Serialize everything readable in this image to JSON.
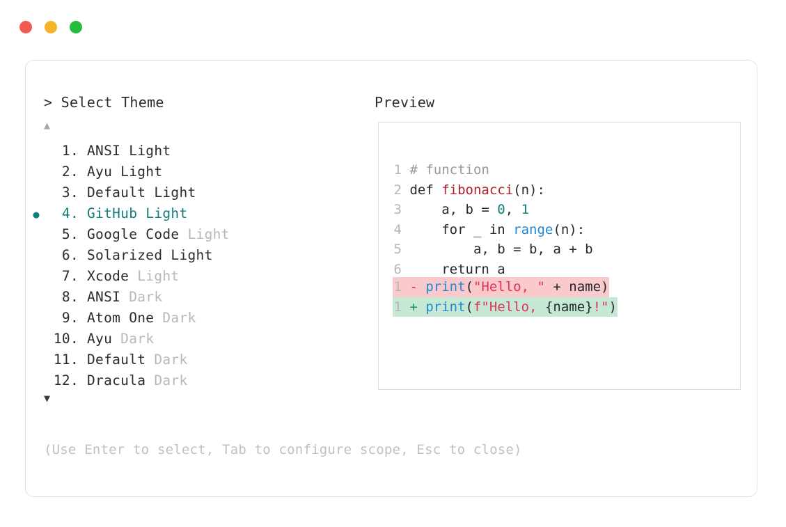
{
  "titlebar": {
    "dots": [
      {
        "name": "close-dot",
        "color": "#f25a52"
      },
      {
        "name": "minimize-dot",
        "color": "#f5b52b"
      },
      {
        "name": "maximize-dot",
        "color": "#22bd3c"
      }
    ]
  },
  "headers": {
    "left": "> Select Theme",
    "right": "Preview"
  },
  "scroll": {
    "up_arrow": "▲",
    "down_arrow": "▼"
  },
  "selection": {
    "bullet": "●",
    "selected_index": 4,
    "accent": "#127e7c"
  },
  "themes": [
    {
      "index": "1.",
      "name": "ANSI",
      "variant": "Light",
      "variant_dim": false,
      "selected": false
    },
    {
      "index": "2.",
      "name": "Ayu",
      "variant": "Light",
      "variant_dim": false,
      "selected": false
    },
    {
      "index": "3.",
      "name": "Default",
      "variant": "Light",
      "variant_dim": false,
      "selected": false
    },
    {
      "index": "4.",
      "name": "GitHub",
      "variant": "Light",
      "variant_dim": false,
      "selected": true
    },
    {
      "index": "5.",
      "name": "Google Code",
      "variant": "Light",
      "variant_dim": true,
      "selected": false
    },
    {
      "index": "6.",
      "name": "Solarized",
      "variant": "Light",
      "variant_dim": false,
      "selected": false
    },
    {
      "index": "7.",
      "name": "Xcode",
      "variant": "Light",
      "variant_dim": true,
      "selected": false
    },
    {
      "index": "8.",
      "name": "ANSI",
      "variant": "Dark",
      "variant_dim": true,
      "selected": false
    },
    {
      "index": "9.",
      "name": "Atom One",
      "variant": "Dark",
      "variant_dim": true,
      "selected": false
    },
    {
      "index": "10.",
      "name": "Ayu",
      "variant": "Dark",
      "variant_dim": true,
      "selected": false
    },
    {
      "index": "11.",
      "name": "Default",
      "variant": "Dark",
      "variant_dim": true,
      "selected": false
    },
    {
      "index": "12.",
      "name": "Dracula",
      "variant": "Dark",
      "variant_dim": true,
      "selected": false
    }
  ],
  "hint": "(Use Enter to select, Tab to configure scope, Esc to close)",
  "preview": {
    "code_lines": [
      {
        "num": "1",
        "tokens": [
          {
            "t": "# function",
            "c": "comment"
          }
        ]
      },
      {
        "num": "2",
        "tokens": [
          {
            "t": "def ",
            "c": "plain"
          },
          {
            "t": "fibonacci",
            "c": "fn"
          },
          {
            "t": "(n):",
            "c": "plain"
          }
        ]
      },
      {
        "num": "3",
        "tokens": [
          {
            "t": "    a, b = ",
            "c": "plain"
          },
          {
            "t": "0",
            "c": "num"
          },
          {
            "t": ", ",
            "c": "plain"
          },
          {
            "t": "1",
            "c": "num"
          }
        ]
      },
      {
        "num": "4",
        "tokens": [
          {
            "t": "    for _ in ",
            "c": "plain"
          },
          {
            "t": "range",
            "c": "builtin"
          },
          {
            "t": "(n):",
            "c": "plain"
          }
        ]
      },
      {
        "num": "5",
        "tokens": [
          {
            "t": "        a, b = b, a + b",
            "c": "plain"
          }
        ]
      },
      {
        "num": "6",
        "tokens": [
          {
            "t": "    return a",
            "c": "plain"
          }
        ]
      }
    ],
    "diff_lines": [
      {
        "num": "1",
        "sign": "-",
        "kind": "del",
        "tokens": [
          {
            "t": "print",
            "c": "builtin"
          },
          {
            "t": "(",
            "c": "plain"
          },
          {
            "t": "\"Hello, \"",
            "c": "str"
          },
          {
            "t": " + name)",
            "c": "plain"
          }
        ]
      },
      {
        "num": "1",
        "sign": "+",
        "kind": "add",
        "tokens": [
          {
            "t": "print",
            "c": "builtin"
          },
          {
            "t": "(",
            "c": "plain"
          },
          {
            "t": "f\"Hello, ",
            "c": "str"
          },
          {
            "t": "{name}",
            "c": "plain"
          },
          {
            "t": "!\"",
            "c": "str"
          },
          {
            "t": ")",
            "c": "plain"
          }
        ]
      }
    ]
  }
}
